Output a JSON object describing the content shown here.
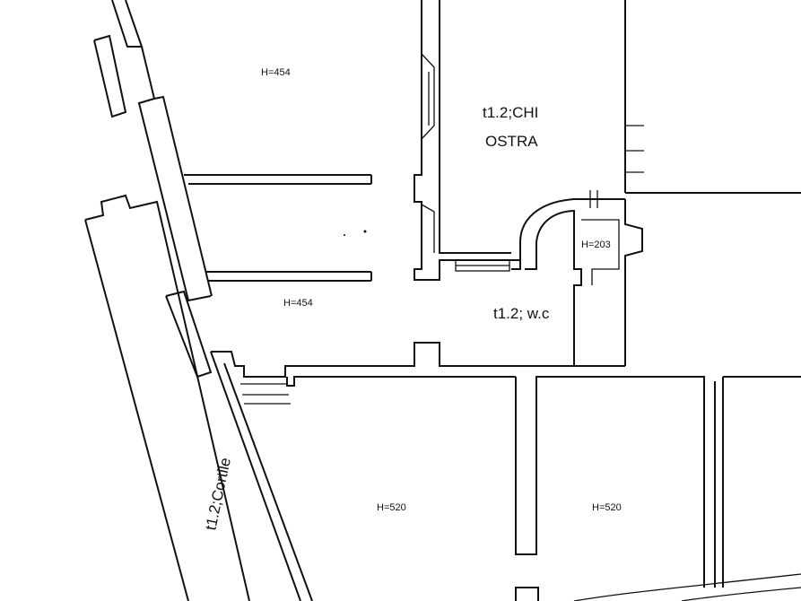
{
  "rooms": {
    "h_top": "H=454",
    "chiostra_line1": "t1.2;CHI",
    "chiostra_line2": "OSTRA",
    "h_wc": "H=203",
    "h_mid": "H=454",
    "wc": "t1.2; w.c",
    "cortile": "t1.2;Cortile",
    "h_bottom_left": "H=520",
    "h_bottom_right": "H=520"
  },
  "colors": {
    "line": "#111111",
    "background": "#ffffff"
  }
}
